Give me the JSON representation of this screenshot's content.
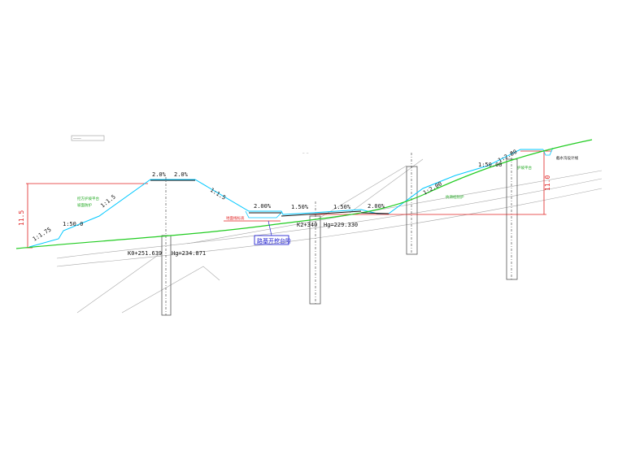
{
  "drawing": {
    "colors": {
      "background": "#ffffff",
      "road_design": "#00c8ff",
      "ground_line": "#22cc22",
      "dimension": "#e02020",
      "ink": "#111111",
      "grey": "#9a9a9a",
      "note_blue": "#1010cc",
      "pile": "#666666"
    },
    "header_note": "————",
    "top_center_note": "— —",
    "dimensions": {
      "left_height": "11.5",
      "right_height": "11.0"
    },
    "slopes": {
      "left_toe": "1:1.75",
      "left_flat": "1:50.0",
      "left_upper": "1:1.5",
      "middle_right_fill": "1:1.5",
      "right_lower": "1:2.00",
      "right_flat": "1:50.00",
      "right_upper": "1:2.00"
    },
    "crossfalls": {
      "road1_left": "2.0%",
      "road1_right": "2.0%",
      "road2": "2.00%",
      "road3_left": "1.50%",
      "road3_right": "1.50%",
      "road4": "2.00%"
    },
    "stations": {
      "left": "K0+251.639",
      "left_elev": "Hg=234.871",
      "center": "K2+340",
      "center_elev": "Hg=229.330"
    },
    "notes": {
      "blue_box": "路基开挖台阶",
      "drain_right": "截水沟设计线",
      "green_left_1": "挖方护坡平台",
      "green_left_2": "坡面防护",
      "green_right_1": "抗滑桩防护",
      "green_right_2": "护坡平台",
      "red_note": "地面线标高"
    }
  }
}
